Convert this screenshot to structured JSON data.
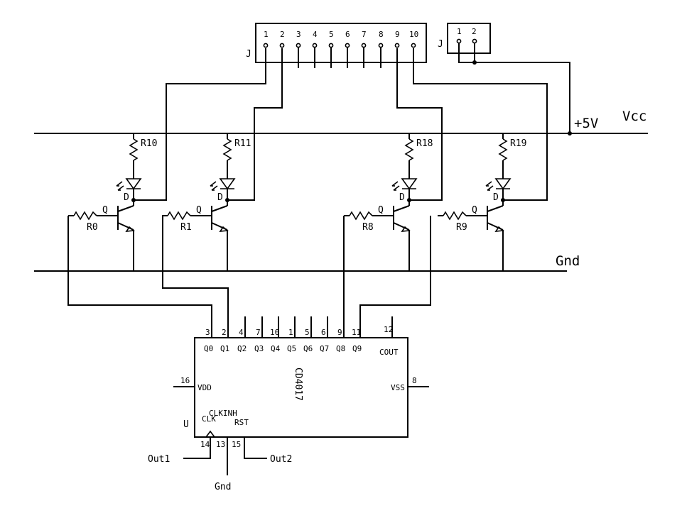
{
  "rails": {
    "vcc_label": "Vcc",
    "plus5_label": "+5V",
    "gnd_label": "Gnd"
  },
  "connector_j10": {
    "ref": "J",
    "pins": [
      "1",
      "2",
      "3",
      "4",
      "5",
      "6",
      "7",
      "8",
      "9",
      "10"
    ]
  },
  "connector_j2": {
    "ref": "J",
    "pins": [
      "1",
      "2"
    ]
  },
  "drivers": [
    {
      "led_resistor": "R10",
      "led": "D",
      "transistor": "Q",
      "base_resistor": "R0"
    },
    {
      "led_resistor": "R11",
      "led": "D",
      "transistor": "Q",
      "base_resistor": "R1"
    },
    {
      "led_resistor": "R18",
      "led": "D",
      "transistor": "Q",
      "base_resistor": "R8"
    },
    {
      "led_resistor": "R19",
      "led": "D",
      "transistor": "Q",
      "base_resistor": "R9"
    }
  ],
  "chip": {
    "name": "CD4017",
    "ref": "U",
    "top_pins": [
      {
        "num": "3",
        "label": "Q0"
      },
      {
        "num": "2",
        "label": "Q1"
      },
      {
        "num": "4",
        "label": "Q2"
      },
      {
        "num": "7",
        "label": "Q3"
      },
      {
        "num": "10",
        "label": "Q4"
      },
      {
        "num": "1",
        "label": "Q5"
      },
      {
        "num": "5",
        "label": "Q6"
      },
      {
        "num": "6",
        "label": "Q7"
      },
      {
        "num": "9",
        "label": "Q8"
      },
      {
        "num": "11",
        "label": "Q9"
      }
    ],
    "cout": {
      "num": "12",
      "label": "COUT"
    },
    "vdd": {
      "num": "16",
      "label": "VDD"
    },
    "vss": {
      "num": "8",
      "label": "VSS"
    },
    "clk": {
      "num": "14",
      "label": "CLK"
    },
    "clkinh": {
      "num": "13",
      "label": "CLKINH"
    },
    "rst": {
      "num": "15",
      "label": "RST"
    }
  },
  "outputs": {
    "out1": "Out1",
    "out2": "Out2",
    "gnd_bottom": "Gnd"
  }
}
